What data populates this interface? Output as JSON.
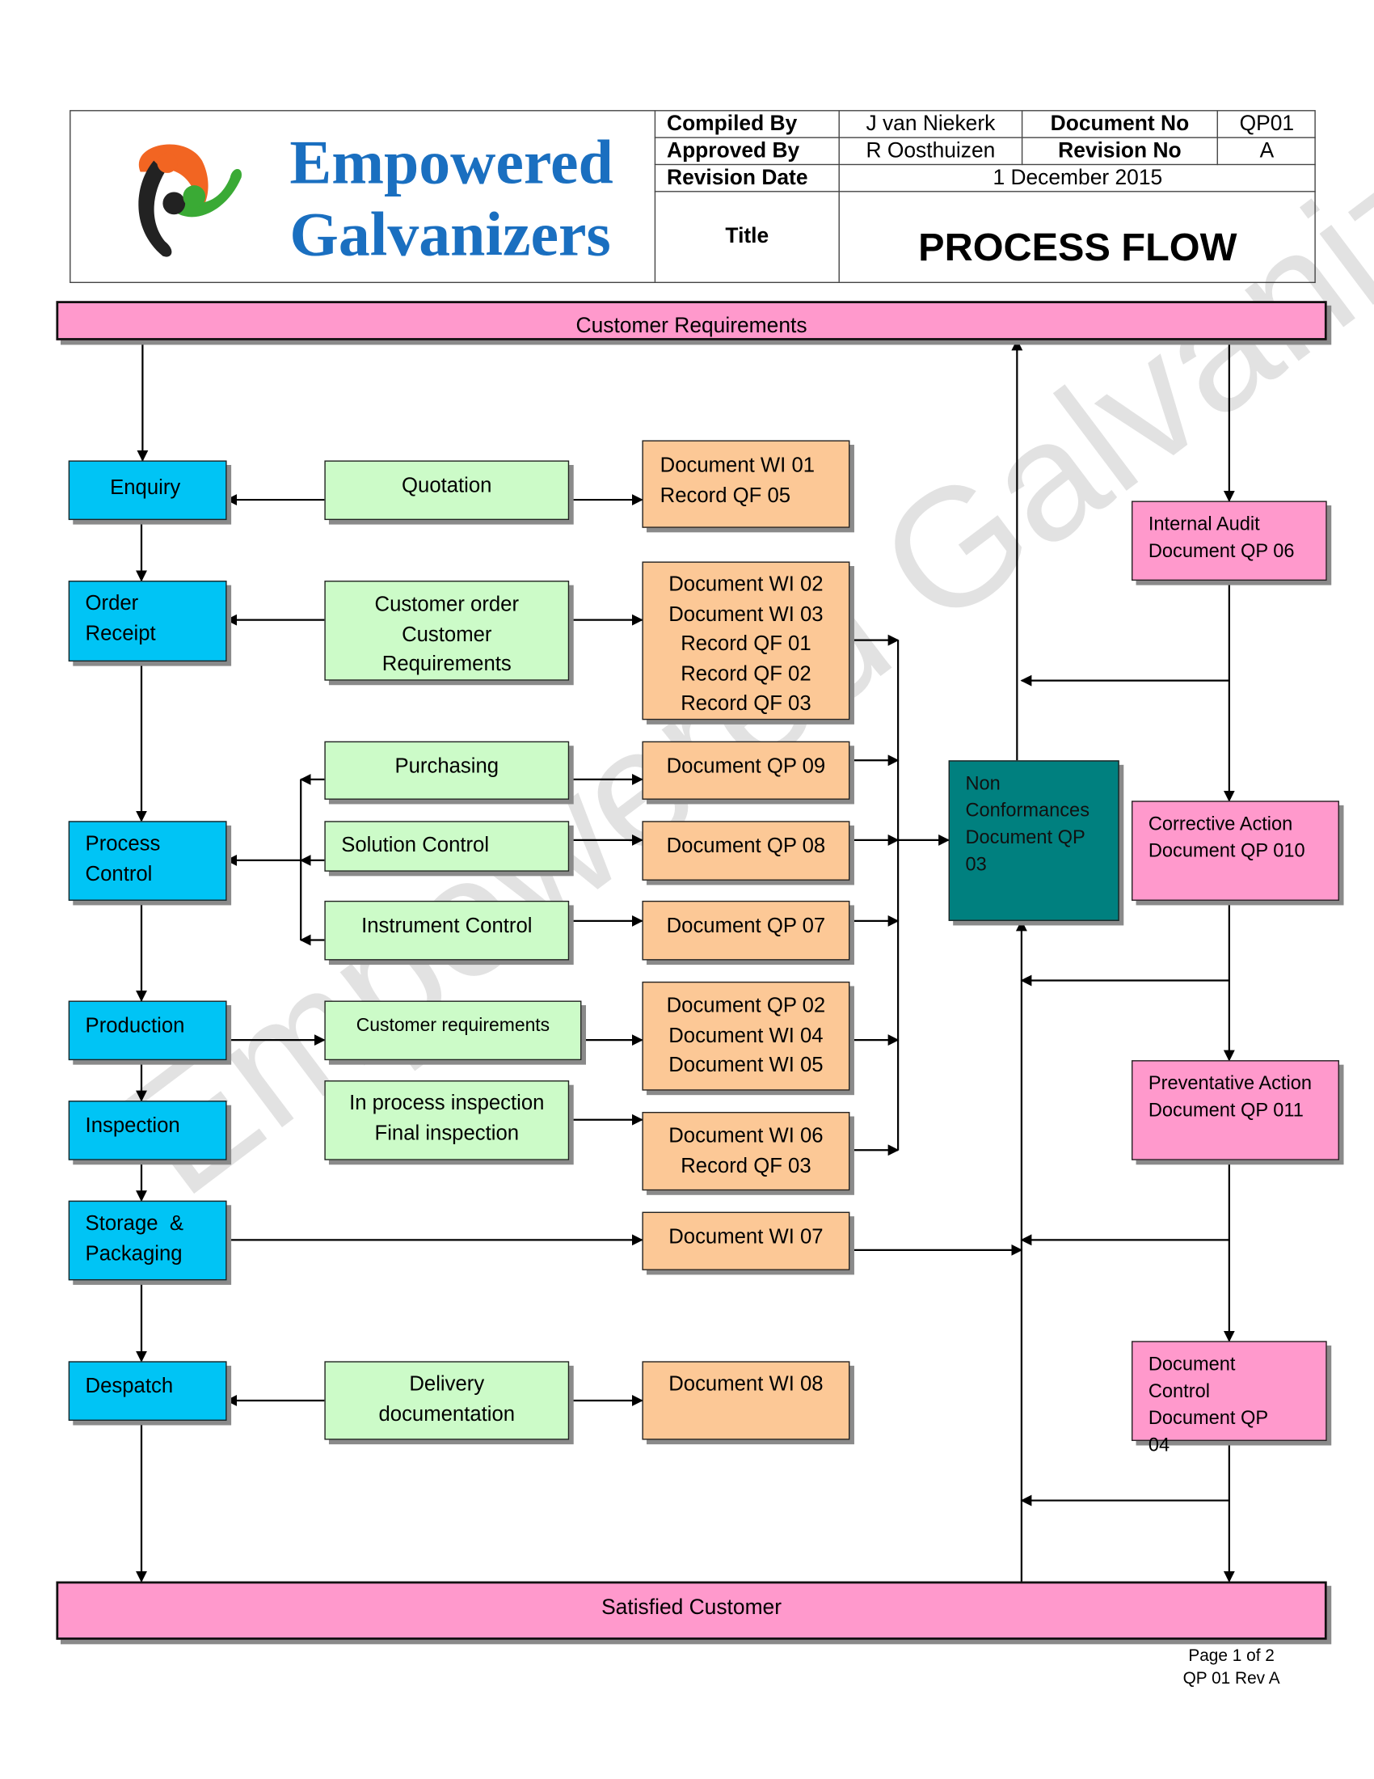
{
  "header": {
    "brand_line1": "Empowered",
    "brand_line2": "Galvanizers",
    "compiled_by_label": "Compiled   By",
    "compiled_by": "J van Niekerk",
    "approved_by_label": "Approved   By",
    "approved_by": "R Oosthuizen",
    "document_no_label": "Document No",
    "document_no": "QP01",
    "revision_no_label": "Revision No",
    "revision_no": "A",
    "revision_date_label": "Revision Date",
    "revision_date": "1 December 2015",
    "title_label": "Title",
    "title": "PROCESS FLOW"
  },
  "watermark": "Empowered Galvanizers",
  "top_bar": "Customer Requirements",
  "bottom_bar": "Satisfied Customer",
  "process_steps": [
    "Enquiry",
    "Order Receipt",
    "Process Control",
    "Production",
    "Inspection",
    "Storage  &  Packaging",
    "Despatch"
  ],
  "inputs": {
    "quotation": "Quotation",
    "customer_order": "Customer order Customer Requirements",
    "purchasing": "Purchasing",
    "solution_control": "Solution Control",
    "instrument_control": "Instrument Control",
    "customer_requirements": "Customer requirements",
    "inspection": "In process inspection Final inspection",
    "delivery": "Delivery documentation"
  },
  "documents": {
    "d1": "Document WI 01 Record QF 05",
    "d2": "Document WI 02 Document WI 03 Record QF 01 Record QF 02 Record QF 03",
    "d3": "Document QP 09",
    "d4": "Document QP 08",
    "d5": "Document QP 07",
    "d6": "Document QP 02 Document WI 04 Document WI 05",
    "d7": "Document WI 06 Record QF 03",
    "d8": "Document WI 07",
    "d9": "Document WI 08"
  },
  "non_conformances": "Non Conformances Document QP 03",
  "right_column": {
    "internal_audit": "Internal Audit Document QP 06",
    "corrective_action": "Corrective Action Document QP 010",
    "preventative_action": "Preventative Action Document QP 011",
    "document_control": "Document Control Document QP 04"
  },
  "footer": {
    "page": "Page 1 of 2",
    "ref": "QP 01 Rev A"
  },
  "colors": {
    "process": "#00c4f5",
    "input": "#ccfbc8",
    "document": "#fcc896",
    "pink": "#ff99cc",
    "teal": "#00807f",
    "brand": "#1a6fc0"
  }
}
